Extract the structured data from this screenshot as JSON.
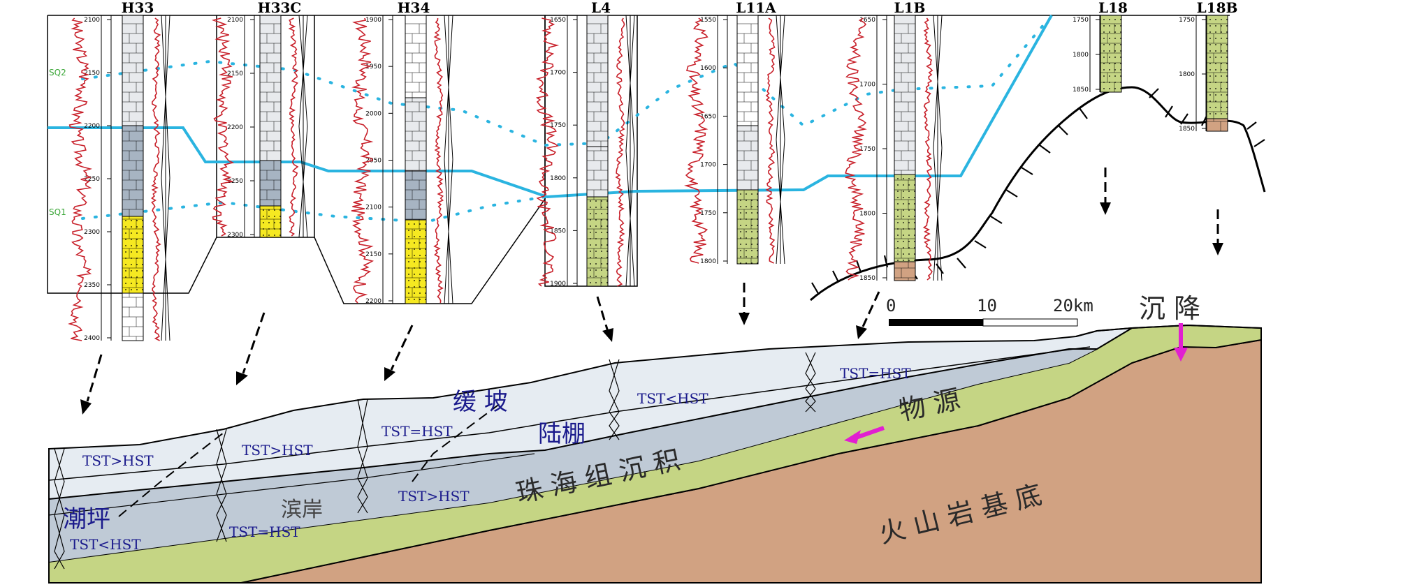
{
  "colors": {
    "log_curve": "#c8202a",
    "blue_line": "#2ab4e0",
    "yellow": "#f6e921",
    "green": "#c5d584",
    "brown": "#d1a282",
    "light_blue": "#e6ecf2",
    "mid_blue": "#bfcad6",
    "gray_blue": "#a7b4c2",
    "magenta": "#e11fd1"
  },
  "wells": [
    {
      "name": "H33",
      "depths": [
        "2100",
        "2150",
        "2200",
        "2250",
        "2300",
        "2350",
        "2400"
      ]
    },
    {
      "name": "H33C",
      "depths": [
        "2100",
        "2150",
        "2200",
        "2250",
        "2300"
      ]
    },
    {
      "name": "H34",
      "depths": [
        "1900",
        "1950",
        "2000",
        "2050",
        "2100",
        "2150",
        "2200"
      ]
    },
    {
      "name": "L4",
      "depths": [
        "1650",
        "1700",
        "1750",
        "1800",
        "1850",
        "1900"
      ]
    },
    {
      "name": "L11A",
      "depths": [
        "1550",
        "1600",
        "1650",
        "1700",
        "1750",
        "1800"
      ]
    },
    {
      "name": "L1B",
      "depths": [
        "1650",
        "1700",
        "1750",
        "1800",
        "1850"
      ]
    },
    {
      "name": "L18",
      "depths": [
        "1750",
        "1800",
        "1850"
      ]
    },
    {
      "name": "L18B",
      "depths": [
        "1750",
        "1800",
        "1850"
      ]
    }
  ],
  "sequence_labels": {
    "sq2": "SQ2",
    "sq1": "SQ1"
  },
  "systems_tracts": {
    "h33_upper": "TST>HST",
    "h33_lower": "TST<HST",
    "h33c_upper": "TST>HST",
    "h33c_lower": "TST=HST",
    "h34_upper": "TST=HST",
    "h34_lower": "TST>HST",
    "l4_upper": "TST<HST",
    "l1b_upper": "TST=HST"
  },
  "facies_labels": {
    "tidal_flat": "潮坪",
    "shore": "滨岸",
    "gentle_slope": "缓  坡",
    "shelf": "陆棚",
    "zhuhai_deposit": "珠 海 组 沉 积",
    "provenance": "物  源",
    "volcanic_basement": "火 山 岩 基 底",
    "subsidence": "沉      降"
  },
  "scale_bar": {
    "labels": [
      "0",
      "10",
      "20km"
    ]
  }
}
